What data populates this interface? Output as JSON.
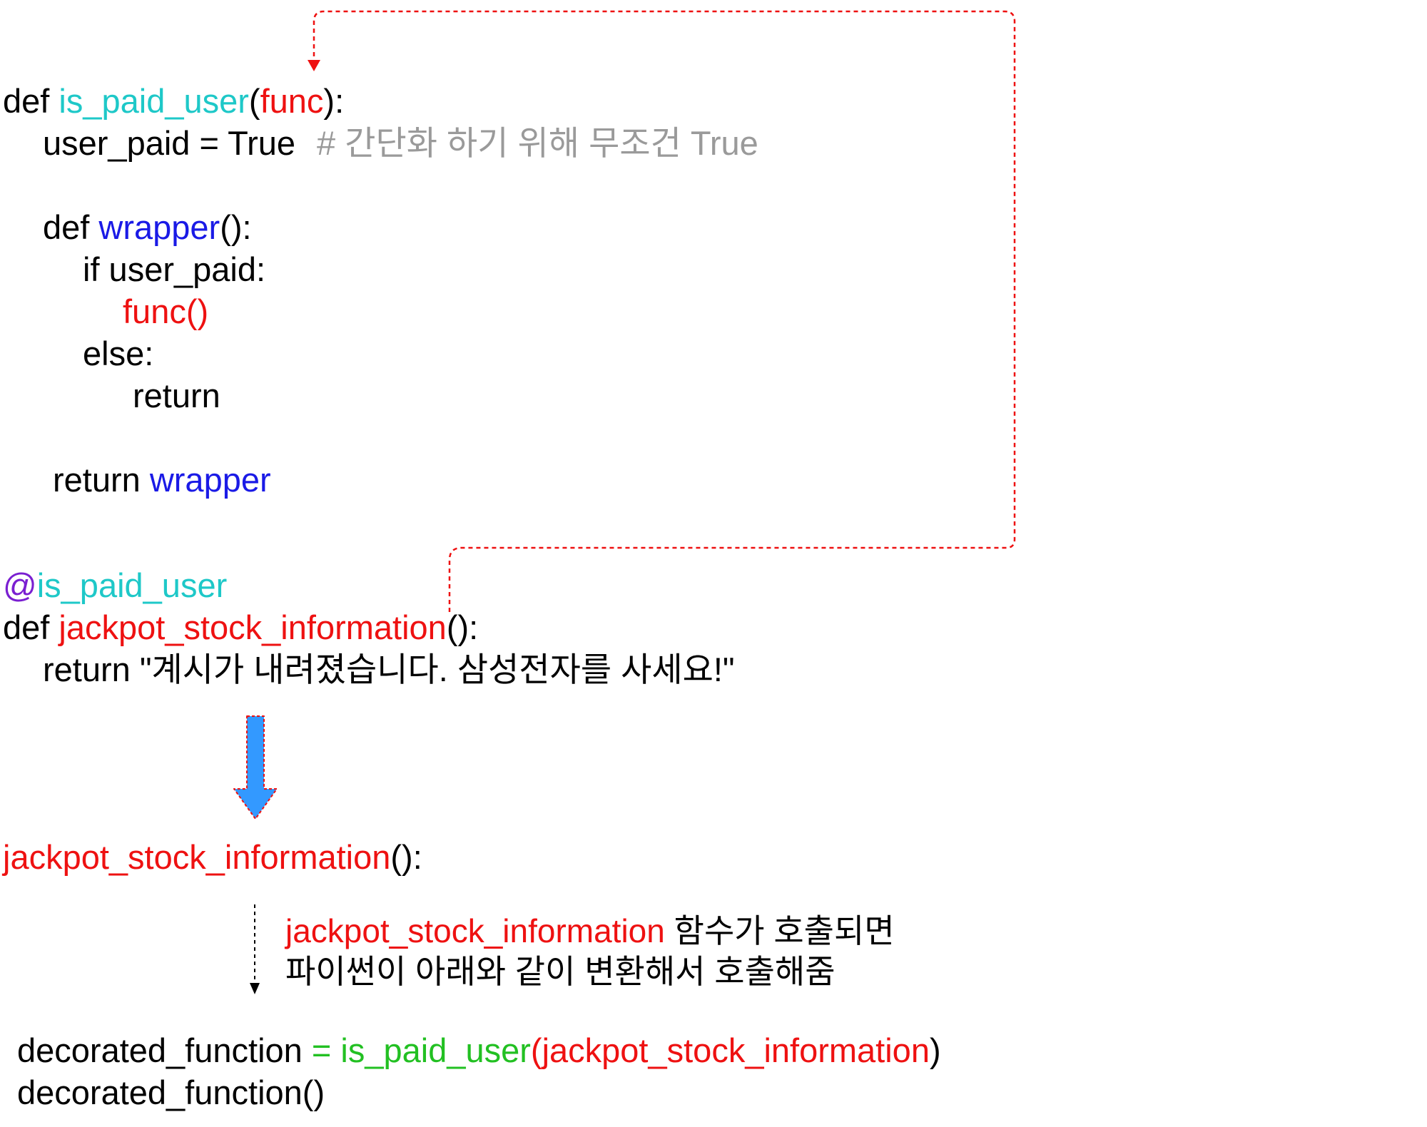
{
  "code": {
    "def_kw": "def ",
    "decorator_name": "is_paid_user",
    "paren_open": "(",
    "param": "func",
    "paren_close_colon": "):",
    "user_paid_assign": "user_paid = True",
    "comment": "# 간단화 하기 위해 무조건 True",
    "wrapper_def_kw": "def ",
    "wrapper_name": "wrapper",
    "wrapper_parens": "():",
    "if_line": "if user_paid:",
    "func_call": "func()",
    "else_line": "else:",
    "return_kw": "return",
    "return_kw_space": "return ",
    "return_wrapper": "wrapper",
    "at_sign": "@",
    "decorator_ref": "is_paid_user",
    "def_kw2": "def ",
    "decorated_name": "jackpot_stock_information",
    "decorated_parens": "():",
    "return_string": "return \"계시가 내려졌습니다. 삼성전자를 사세요!\""
  },
  "call": {
    "name": "jackpot_stock_information",
    "parens": "():"
  },
  "note": {
    "name": "jackpot_stock_information",
    "line1_rest": " 함수가 호출되면",
    "line2": "파이썬이 아래와 같이 변환해서 호출해줌"
  },
  "transformed": {
    "var": "decorated_function",
    "equals": " = ",
    "func": "is_paid_user",
    "paren_open": "(",
    "arg": "jackpot_stock_information",
    "paren_close": ")",
    "call_line": "decorated_function()"
  },
  "colors": {
    "decorator": "#1ec8c8",
    "highlight": "#ee1111",
    "wrapper": "#1a1ae6",
    "assign": "#22c022",
    "at_sign": "#7a1fd1",
    "comment": "#9a9a9a",
    "arrow_fill": "#3399ff",
    "arrow_border": "#ee1111"
  },
  "icons": [
    "dashed-loop-arrow-icon",
    "down-block-arrow-icon",
    "dashed-down-arrow-icon"
  ]
}
